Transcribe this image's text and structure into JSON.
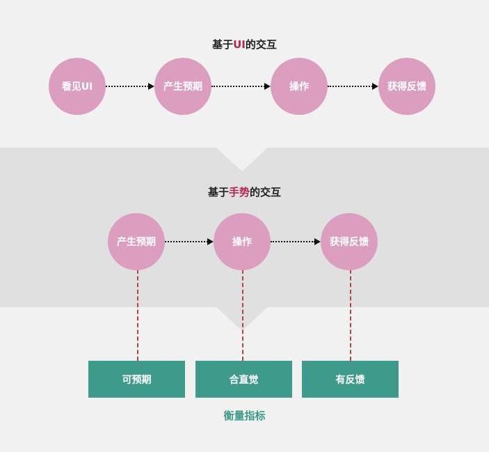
{
  "top": {
    "title_prefix": "基于",
    "title_highlight": "UI",
    "title_suffix": "的交互",
    "steps": [
      "看见UI",
      "产生预期",
      "操作",
      "获得反馈"
    ]
  },
  "middle": {
    "title_prefix": "基于",
    "title_highlight": "手势",
    "title_suffix": "的交互",
    "steps": [
      "产生预期",
      "操作",
      "获得反馈"
    ]
  },
  "metrics": {
    "items": [
      "可预期",
      "合直觉",
      "有反馈"
    ],
    "label": "衡量指标"
  },
  "colors": {
    "circle": "#dc9ebf",
    "highlight": "#b7245a",
    "metric": "#3e9b8b",
    "dashed_line": "#b0443f",
    "band": "#e0e0e0",
    "background": "#f1f1f1"
  }
}
